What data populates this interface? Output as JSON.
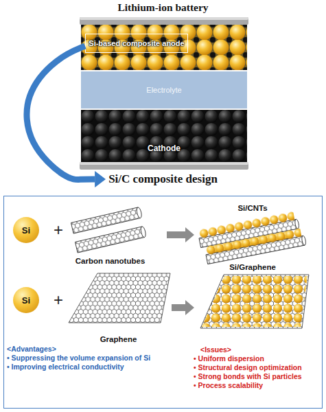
{
  "diagram": {
    "title": "Lithium-ion battery",
    "nodes": [
      {
        "text": [
          "Si-based composite anode"
        ]
      },
      {
        "text": [
          "Electrolyte"
        ]
      },
      {
        "text": [
          "Cathode"
        ]
      },
      {
        "text": [
          "Si/C composite design"
        ]
      },
      {
        "text": [
          "Si"
        ],
        "in": 3
      },
      {
        "text": [
          "Carbon nanotubes"
        ],
        "in": 3
      },
      {
        "text": [
          "Si/CNTs"
        ],
        "in": 3
      },
      {
        "text": [
          "Si"
        ],
        "in": 3
      },
      {
        "text": [
          "Graphene"
        ],
        "in": 3
      },
      {
        "text": [
          "Si/Graphene"
        ],
        "in": 3
      }
    ],
    "edges": [
      {
        "from": 0,
        "to": 3,
        "arrow": "to"
      },
      {
        "from": 5,
        "to": 6,
        "arrow": "to"
      },
      {
        "from": 8,
        "to": 9,
        "arrow": "to"
      }
    ],
    "labels": [
      "+",
      "+",
      "<Advantages>",
      "• Suppressing the volume expansion of Si",
      "• Improving electrical conductivity",
      "<Issues>",
      "• Uniform dispersion",
      "• Structural design optimization",
      "• Strong bonds with Si particles",
      "• Process scalability"
    ]
  }
}
